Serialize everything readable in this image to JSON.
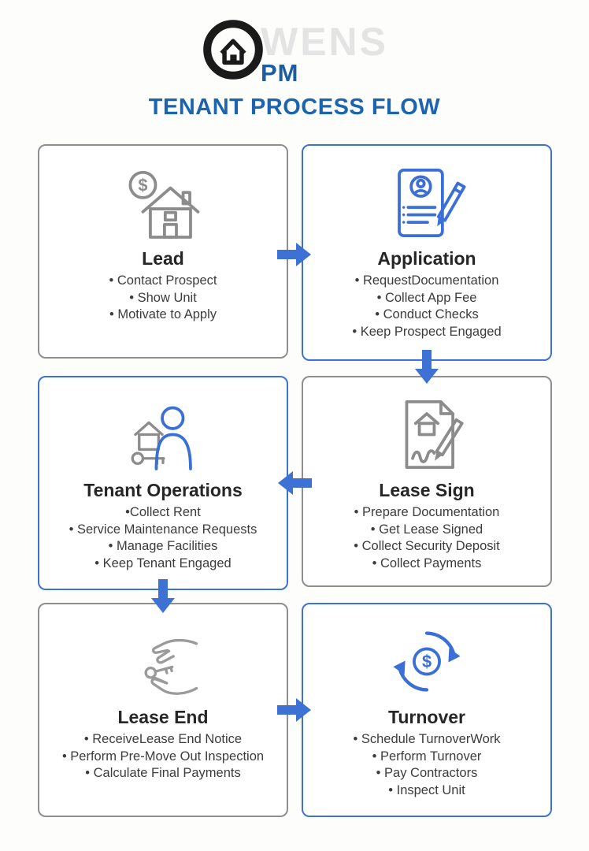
{
  "logo": {
    "brand_rest": "WENS",
    "brand_sub": "PM"
  },
  "title": "TENANT PROCESS FLOW",
  "colors": {
    "accent_blue": "#3d72d4",
    "icon_blue": "#3a6fd8",
    "title_blue": "#1a64b0",
    "brand_sub_blue": "#1d5d9f",
    "gray_border": "#8e8e8e",
    "icon_gray": "#8c8c8c",
    "brand_gray": "#e4e4e4"
  },
  "boxes": [
    {
      "id": "lead",
      "title": "Lead",
      "border": "gray",
      "icon": "house-dollar-icon",
      "bullets": [
        "• Contact Prospect",
        "• Show Unit",
        "• Motivate to Apply"
      ]
    },
    {
      "id": "application",
      "title": "Application",
      "border": "blue",
      "icon": "application-document-icon",
      "bullets": [
        "• RequestDocumentation",
        "• Collect App Fee",
        "• Conduct Checks",
        "• Keep Prospect Engaged"
      ]
    },
    {
      "id": "tenant-operations",
      "title": "Tenant Operations",
      "border": "blue",
      "icon": "tenant-house-key-icon",
      "bullets": [
        "•Collect Rent",
        "• Service Maintenance Requests",
        "• Manage Facilities",
        "• Keep Tenant Engaged"
      ]
    },
    {
      "id": "lease-sign",
      "title": "Lease Sign",
      "border": "gray",
      "icon": "lease-document-pen-icon",
      "bullets": [
        "• Prepare Documentation",
        "• Get Lease Signed",
        "• Collect Security Deposit",
        "• Collect Payments"
      ]
    },
    {
      "id": "lease-end",
      "title": "Lease End",
      "border": "gray",
      "icon": "hands-key-icon",
      "bullets": [
        "• ReceiveLease End Notice",
        "• Perform Pre-Move Out Inspection",
        "• Calculate Final Payments"
      ]
    },
    {
      "id": "turnover",
      "title": "Turnover",
      "border": "blue",
      "icon": "money-cycle-icon",
      "bullets": [
        "• Schedule TurnoverWork",
        "• Perform Turnover",
        "• Pay Contractors",
        "• Inspect Unit"
      ]
    }
  ],
  "arrows": [
    {
      "id": "lead-to-application",
      "direction": "right"
    },
    {
      "id": "application-to-lease-sign",
      "direction": "down"
    },
    {
      "id": "lease-sign-to-tenant-operations",
      "direction": "left"
    },
    {
      "id": "tenant-operations-to-lease-end",
      "direction": "down"
    },
    {
      "id": "lease-end-to-turnover",
      "direction": "right"
    }
  ]
}
